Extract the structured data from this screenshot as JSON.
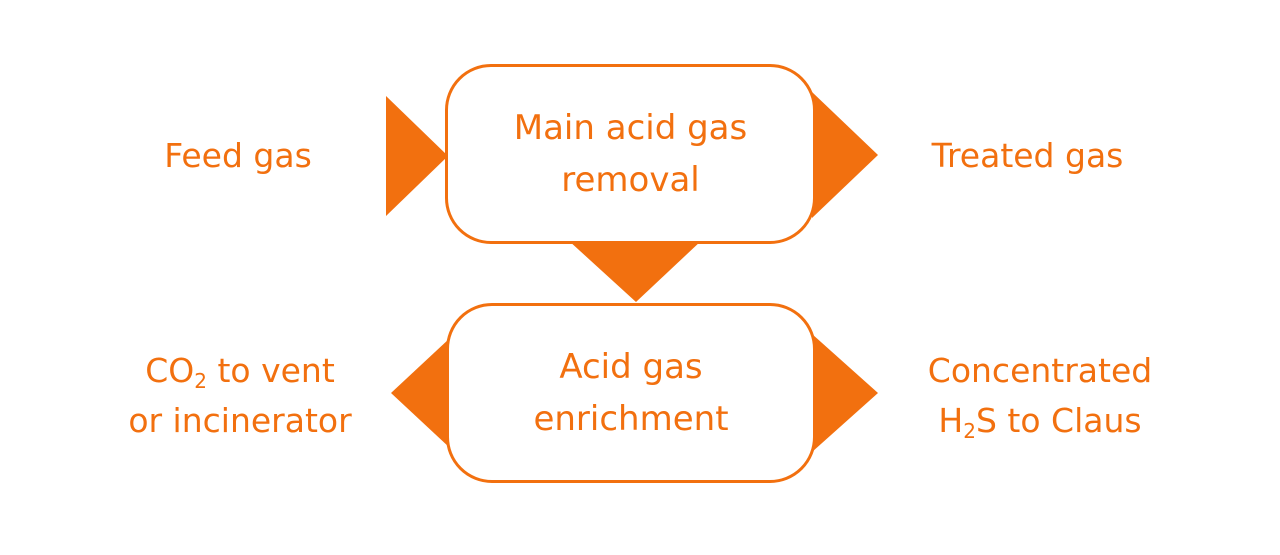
{
  "colors": {
    "accent": "#F2700F"
  },
  "nodes": {
    "main": {
      "line1": "Main acid gas",
      "line2": "removal"
    },
    "enrich": {
      "line1": "Acid gas",
      "line2": "enrichment"
    }
  },
  "labels": {
    "feed": "Feed gas",
    "treated": "Treated gas",
    "co2": {
      "a": "CO",
      "sub": "2",
      "b": " to vent",
      "line2": "or incinerator"
    },
    "h2s": {
      "line1": "Concentrated",
      "a": "H",
      "sub": "2",
      "b": "S to Claus"
    }
  }
}
